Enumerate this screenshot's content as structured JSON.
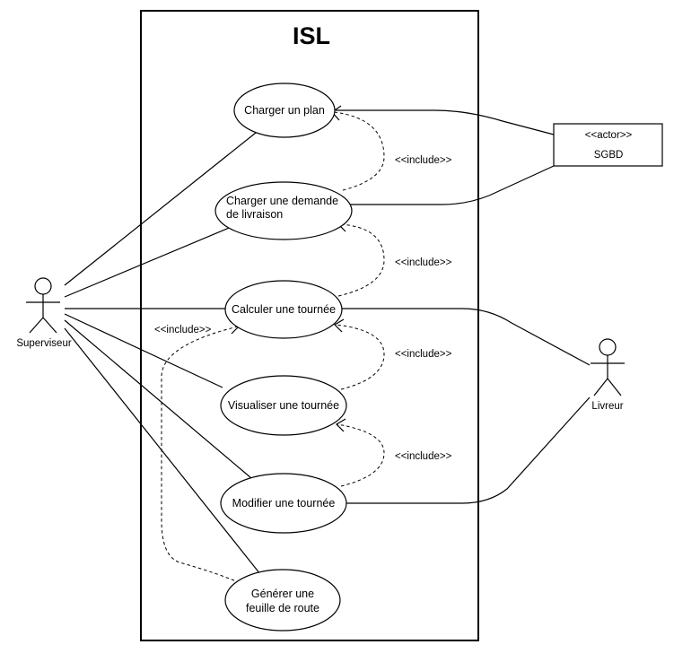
{
  "system": {
    "title": "ISL"
  },
  "actors": {
    "superviseur": "Superviseur",
    "livreur": "Livreur",
    "sgbd_stereotype": "<<actor>>",
    "sgbd_name": "SGBD"
  },
  "use_cases": {
    "charger_plan": [
      "Charger un plan"
    ],
    "charger_demande": [
      "Charger une demande",
      "de livraison"
    ],
    "calculer_tournee": [
      "Calculer une tournée"
    ],
    "visualiser_tournee": [
      "Visualiser une tournée"
    ],
    "modifier_tournee": [
      "Modifier une tournée"
    ],
    "generer_feuille": [
      "Générer une",
      "feuille de route"
    ]
  },
  "relations": {
    "include_label": "<<include>>"
  }
}
